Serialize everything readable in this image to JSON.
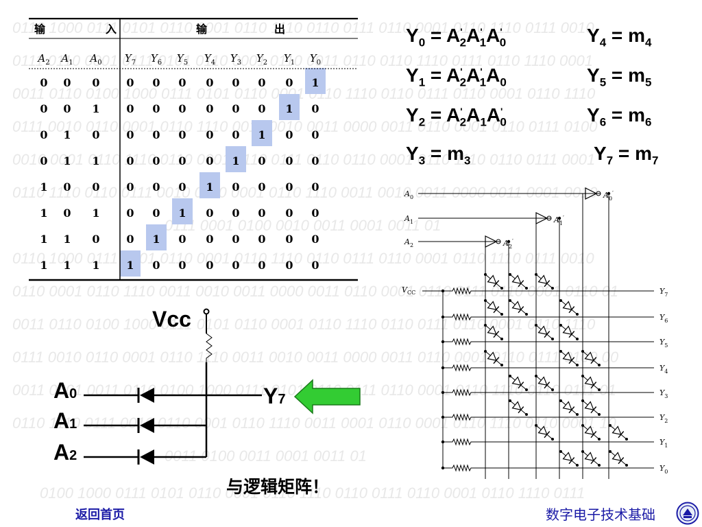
{
  "background": {
    "rows": [
      "0110 1000 0111 0101 0110 0001 0110 1110 0110 0111 0110 0001 0110 1110 0111 0010",
      "0111 0110 0001 0111 0101 0110 0001 0110 0011 0110 0110 1110 0111 0110 1110 0001",
      "0011 0110 0100 1000 0111 0101 0110 0001 0110 1110 0110 0111 0110 0001 0110 1110",
      "0111 0010 0110 0001 0110 1110 0011 0010 0011 0000 0011 0110 0001 0110 0111 0100",
      "0010 0001 0110 1110 0110 0001 0110 0111 0110 0110 0001 0110 1110 0110 0111 0001",
      "0110 1110 0110 0111 0010 0110 0001 0110 1110 0011 0010 0011 0000 0011 0001 0010",
      "0111 0001 0100 0010 0011 0001 0011 01",
      "0110 1000 0111 0101 0110 0001 0110 1110 0110 0111 0110 0001 0110 1110 0111 0010",
      "0110 0001 0110 1110 0011 0010 0011 0000 0011 0110 0001 0110 0111 0110 0001 0110 01",
      "0011 0110 0100 1000 0111 0101 0110 0001 0110 1110 0110 0111 0110 0001 0110 1110",
      "0111 0010 0110 0001 0110 1110 0011 0010 0011 0000 0011 0110 0001 0110 0111 0100 00",
      "0011 0001 0011 0110 0100 1000 0111 0101 0110 0111 0110 0001 0110 1110 0110 0111 01",
      "0110 1110 0111 0010 0110 0001 0110 1110 0011 0001 0110 0001 0110 1110 0110 0001 10",
      "0011 0100 0011 0001 0011 01",
      "0100 1000 0111 0101 0110 0001 0110 1110 0110 0111 0110 0001 0110 1110 0111"
    ]
  },
  "truth_table": {
    "group_input": "输　入",
    "group_output": "输　　　出",
    "input_headers": [
      {
        "base": "A",
        "sub": "2"
      },
      {
        "base": "A",
        "sub": "1"
      },
      {
        "base": "A",
        "sub": "0"
      }
    ],
    "output_headers": [
      {
        "base": "Y",
        "sub": "7"
      },
      {
        "base": "Y",
        "sub": "6"
      },
      {
        "base": "Y",
        "sub": "5"
      },
      {
        "base": "Y",
        "sub": "4"
      },
      {
        "base": "Y",
        "sub": "3"
      },
      {
        "base": "Y",
        "sub": "2"
      },
      {
        "base": "Y",
        "sub": "1"
      },
      {
        "base": "Y",
        "sub": "0"
      }
    ],
    "rows": [
      {
        "inputs": [
          "0",
          "0",
          "0"
        ],
        "outputs": [
          "0",
          "0",
          "0",
          "0",
          "0",
          "0",
          "0",
          "1"
        ]
      },
      {
        "inputs": [
          "0",
          "0",
          "1"
        ],
        "outputs": [
          "0",
          "0",
          "0",
          "0",
          "0",
          "0",
          "1",
          "0"
        ]
      },
      {
        "inputs": [
          "0",
          "1",
          "0"
        ],
        "outputs": [
          "0",
          "0",
          "0",
          "0",
          "0",
          "1",
          "0",
          "0"
        ]
      },
      {
        "inputs": [
          "0",
          "1",
          "1"
        ],
        "outputs": [
          "0",
          "0",
          "0",
          "0",
          "1",
          "0",
          "0",
          "0"
        ]
      },
      {
        "inputs": [
          "1",
          "0",
          "0"
        ],
        "outputs": [
          "0",
          "0",
          "0",
          "1",
          "0",
          "0",
          "0",
          "0"
        ]
      },
      {
        "inputs": [
          "1",
          "0",
          "1"
        ],
        "outputs": [
          "0",
          "0",
          "1",
          "0",
          "0",
          "0",
          "0",
          "0"
        ]
      },
      {
        "inputs": [
          "1",
          "1",
          "0"
        ],
        "outputs": [
          "0",
          "1",
          "0",
          "0",
          "0",
          "0",
          "0",
          "0"
        ]
      },
      {
        "inputs": [
          "1",
          "1",
          "1"
        ],
        "outputs": [
          "1",
          "0",
          "0",
          "0",
          "0",
          "0",
          "0",
          "0"
        ]
      }
    ],
    "highlight_color": "#b8c8ee"
  },
  "equations": [
    {
      "lhs": "Y",
      "lsub": "0",
      "rhs": [
        [
          "A",
          "2",
          "'"
        ],
        [
          "A",
          "1",
          "'"
        ],
        [
          "A",
          "0",
          "'"
        ]
      ]
    },
    {
      "lhs": "Y",
      "lsub": "1",
      "rhs": [
        [
          "A",
          "2",
          "'"
        ],
        [
          "A",
          "1",
          "'"
        ],
        [
          "A",
          "0",
          ""
        ]
      ]
    },
    {
      "lhs": "Y",
      "lsub": "2",
      "rhs": [
        [
          "A",
          "2",
          "'"
        ],
        [
          "A",
          "1",
          ""
        ],
        [
          "A",
          "0",
          "'"
        ]
      ]
    },
    {
      "lhs": "Y",
      "lsub": "3",
      "rhs": [
        [
          "m",
          "3",
          ""
        ]
      ]
    },
    {
      "lhs": "Y",
      "lsub": "4",
      "rhs": [
        [
          "m",
          "4",
          ""
        ]
      ]
    },
    {
      "lhs": "Y",
      "lsub": "5",
      "rhs": [
        [
          "m",
          "5",
          ""
        ]
      ]
    },
    {
      "lhs": "Y",
      "lsub": "6",
      "rhs": [
        [
          "m",
          "6",
          ""
        ]
      ]
    },
    {
      "lhs": "Y",
      "lsub": "7",
      "rhs": [
        [
          "m",
          "7",
          ""
        ]
      ]
    }
  ],
  "matrix": {
    "inputs": [
      "A0",
      "A1",
      "A2"
    ],
    "input_labels": [
      {
        "base": "A",
        "sub": "0"
      },
      {
        "base": "A",
        "sub": "1"
      },
      {
        "base": "A",
        "sub": "2"
      }
    ],
    "inverted_labels": [
      {
        "base": "A",
        "sub": "0",
        "prime": "′"
      },
      {
        "base": "A",
        "sub": "1",
        "prime": "′"
      },
      {
        "base": "A",
        "sub": "2",
        "prime": "′"
      }
    ],
    "vcc_label": "V",
    "vcc_sub": "CC",
    "outputs": [
      "Y7",
      "Y6",
      "Y5",
      "Y4",
      "Y3",
      "Y2",
      "Y1",
      "Y0"
    ],
    "output_labels": [
      {
        "base": "Y",
        "sub": "7"
      },
      {
        "base": "Y",
        "sub": "6"
      },
      {
        "base": "Y",
        "sub": "5"
      },
      {
        "base": "Y",
        "sub": "4"
      },
      {
        "base": "Y",
        "sub": "3"
      },
      {
        "base": "Y",
        "sub": "2"
      },
      {
        "base": "Y",
        "sub": "1"
      },
      {
        "base": "Y",
        "sub": "0"
      }
    ],
    "diodes": [
      [
        1,
        1,
        1,
        0,
        0,
        0
      ],
      [
        1,
        1,
        0,
        1,
        0,
        0
      ],
      [
        1,
        0,
        1,
        1,
        0,
        0
      ],
      [
        1,
        0,
        0,
        1,
        1,
        0
      ],
      [
        0,
        1,
        1,
        0,
        1,
        0
      ],
      [
        0,
        1,
        0,
        1,
        1,
        0
      ],
      [
        0,
        0,
        1,
        0,
        1,
        1
      ],
      [
        0,
        0,
        0,
        1,
        1,
        1
      ]
    ]
  },
  "circuit": {
    "vcc": "Vcc",
    "inputs": [
      {
        "base": "A",
        "sub": "0"
      },
      {
        "base": "A",
        "sub": "1"
      },
      {
        "base": "A",
        "sub": "2"
      }
    ],
    "output": {
      "base": "Y",
      "sub": "7"
    },
    "arrow_color": "#33cc33"
  },
  "caption": "与逻辑矩阵！",
  "footer": {
    "back_link": "返回首页",
    "title": "数字电子技术基础"
  }
}
